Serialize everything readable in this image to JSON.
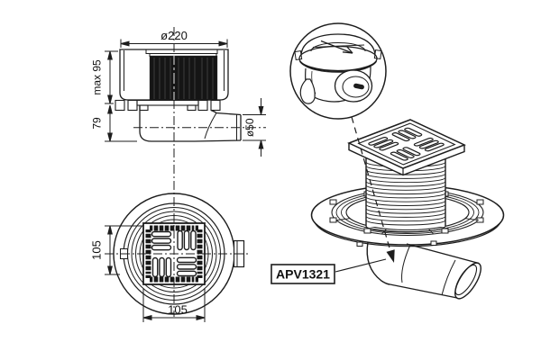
{
  "colors": {
    "background": "#ffffff",
    "line": "#1d1d1d"
  },
  "side_view": {
    "dim_diameter": "ø220",
    "dim_height_upper": "max 95",
    "dim_height_lower": "79",
    "dim_outlet_diameter": "ø50"
  },
  "top_view": {
    "dim_width": "105",
    "dim_height": "105"
  },
  "isometric_view": {
    "product_code": "APV1321"
  }
}
